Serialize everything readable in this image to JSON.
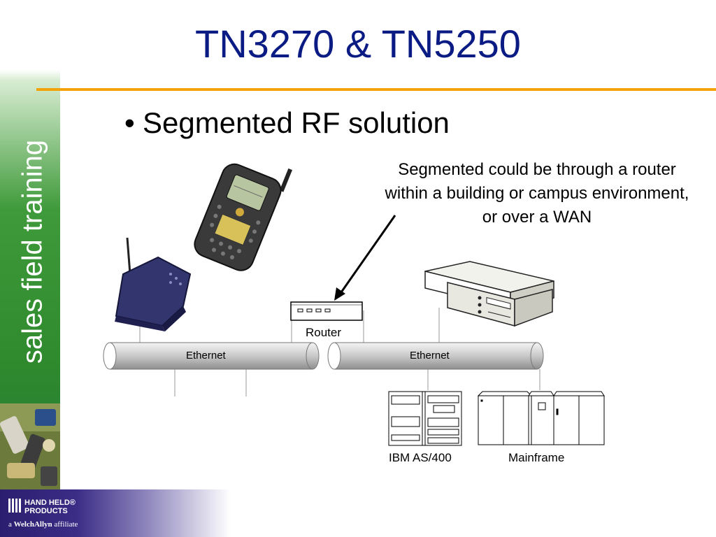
{
  "sidebar": {
    "text": "sales field training"
  },
  "title": "TN3270 & TN5250",
  "bullet": {
    "symbol": "•",
    "text": "Segmented RF solution"
  },
  "callout": "Segmented could be through a router within a building or campus environment, or over a WAN",
  "labels": {
    "router": "Router",
    "ethernet_left": "Ethernet",
    "ethernet_right": "Ethernet",
    "as400": "IBM AS/400",
    "mainframe": "Mainframe"
  },
  "logo": {
    "line1": "HAND HELD®",
    "line2": "PRODUCTS",
    "affiliate_prefix": "a",
    "affiliate_brand": "WelchAllyn",
    "affiliate_suffix": "affiliate"
  },
  "colors": {
    "title": "#0b1b84",
    "rule": "#f2a20a",
    "sidebar": "#2f8a2e",
    "footer": "#2b1d6e"
  }
}
